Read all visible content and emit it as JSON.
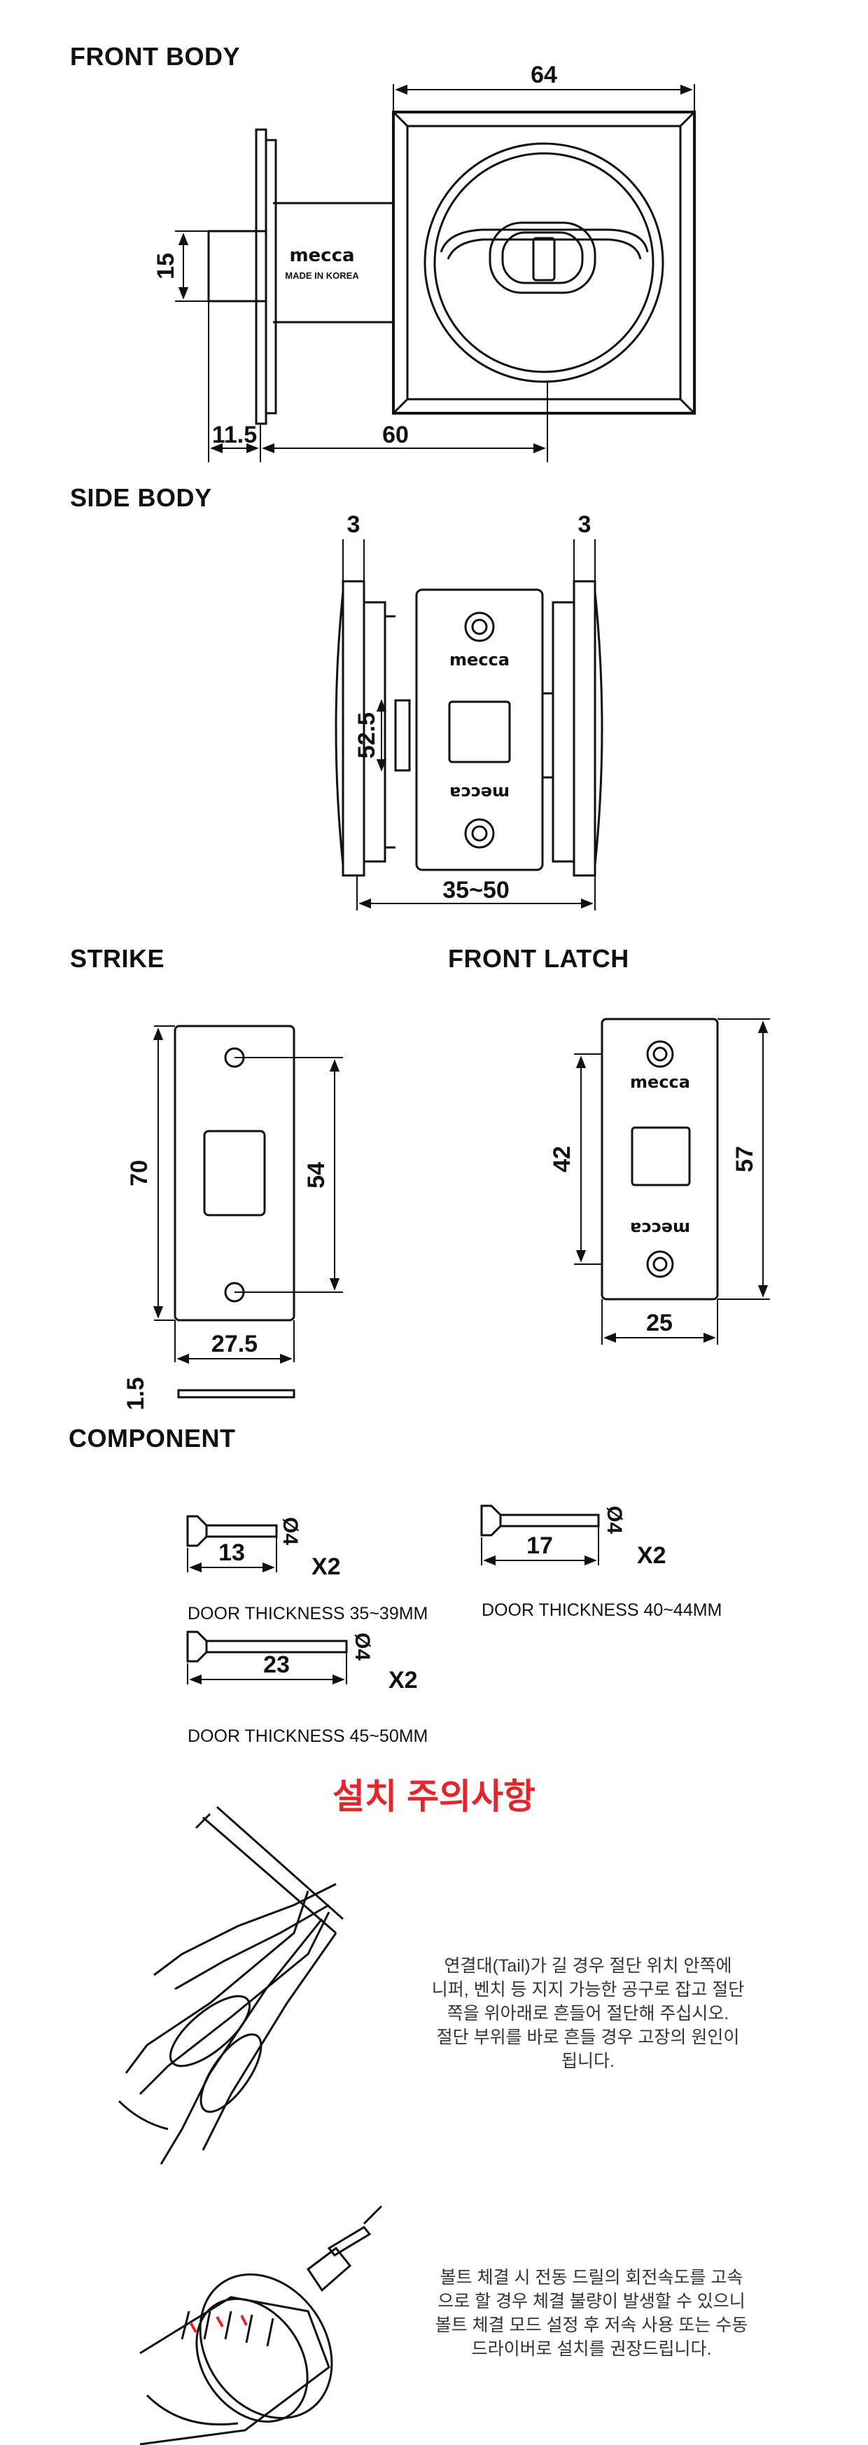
{
  "sections": {
    "front_body": "FRONT BODY",
    "side_body": "SIDE BODY",
    "strike": "STRIKE",
    "front_latch": "FRONT LATCH",
    "component": "COMPONENT"
  },
  "brand": {
    "logo_text": "mecca",
    "made_in": "MADE IN KOREA"
  },
  "front_body_dims": {
    "width": "64",
    "height": "15",
    "offset": "11.5",
    "length": "60"
  },
  "side_body_dims": {
    "left_plate": "3",
    "right_plate": "3",
    "height": "52.5",
    "range": "35~50"
  },
  "strike_dims": {
    "height": "70",
    "holes": "54",
    "width": "27.5",
    "thickness": "1.5"
  },
  "latch_dims": {
    "holes": "42",
    "height": "57",
    "width": "25"
  },
  "components": [
    {
      "length": "13",
      "diameter": "Ø4",
      "qty": "X2",
      "caption": "DOOR THICKNESS 35~39MM"
    },
    {
      "length": "17",
      "diameter": "Ø4",
      "qty": "X2",
      "caption": "DOOR THICKNESS 40~44MM"
    },
    {
      "length": "23",
      "diameter": "Ø4",
      "qty": "X2",
      "caption": "DOOR THICKNESS 45~50MM"
    }
  ],
  "install_notice": {
    "title": "설치 주의사항",
    "tip1": [
      "연결대(Tail)가 길 경우 절단 위치 안쪽에",
      "니퍼, 벤치 등 지지 가능한 공구로 잡고 절단",
      "쪽을 위아래로 흔들어 절단해 주십시오.",
      "절단 부위를 바로 흔들 경우 고장의 원인이",
      "됩니다."
    ],
    "tip2": [
      "볼트 체결 시 전동 드릴의 회전속도를 고속",
      "으로 할 경우 체결 불량이 발생할 수 있으니",
      "볼트 체결 모드 설정 후 저속 사용 또는 수동",
      "드라이버로 설치를 권장드립니다."
    ]
  }
}
